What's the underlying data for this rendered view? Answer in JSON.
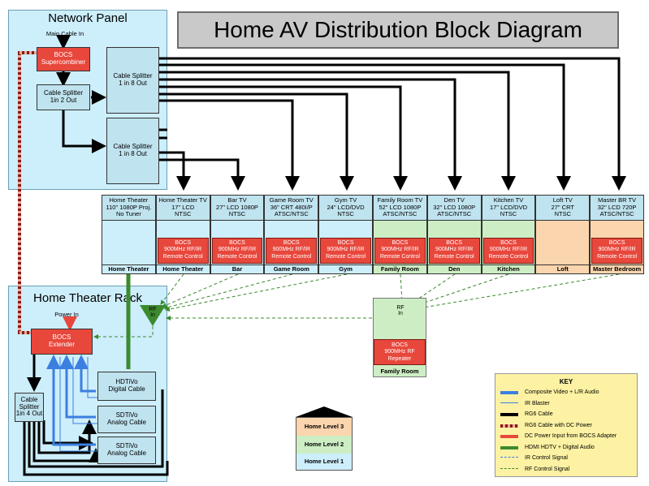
{
  "title": "Home AV Distribution Block Diagram",
  "network_panel": {
    "title": "Network Panel",
    "main_cable_in": "Main Cable In",
    "supercombiner": [
      "BOCS",
      "Supercombiner"
    ],
    "splitter_2": [
      "Cable Splitter",
      "1in 2 Out"
    ],
    "splitter_8a": [
      "Cable Splitter",
      "1 in 8 Out"
    ],
    "splitter_8b": [
      "Cable Splitter",
      "1 in 8 Out"
    ]
  },
  "rack": {
    "title": "Home Theater Rack",
    "power_in": "Power In",
    "extender": [
      "BOCS",
      "Extender"
    ],
    "splitter_4": [
      "Cable",
      "Splitter",
      "1in 4 Out"
    ],
    "hdtivo": [
      "HDTiVo",
      "Digital Cable"
    ],
    "sdtivo1": [
      "SDTiVo",
      "Analog Cable"
    ],
    "sdtivo2": [
      "SDTiVo",
      "Analog Cable"
    ],
    "rf_in": [
      "RF",
      "In"
    ]
  },
  "rooms": [
    {
      "head": [
        "Home Theater",
        "110\" 1080P Proj.",
        "No Tuner"
      ],
      "label": "Home Theater",
      "level": 1,
      "bocs": false
    },
    {
      "head": [
        "Home Theater TV",
        "17\" LCD",
        "NTSC"
      ],
      "label": "Home Theater",
      "level": 1,
      "bocs": true
    },
    {
      "head": [
        "Bar TV",
        "27\" LCD 1080P",
        "NTSC"
      ],
      "label": "Bar",
      "level": 1,
      "bocs": true
    },
    {
      "head": [
        "Game Room TV",
        "36\" CRT 480I/P",
        "ATSC/NTSC"
      ],
      "label": "Game Room",
      "level": 1,
      "bocs": true
    },
    {
      "head": [
        "Gym TV",
        "24\" LCD/DVD",
        "NTSC"
      ],
      "label": "Gym",
      "level": 1,
      "bocs": true
    },
    {
      "head": [
        "Family Room TV",
        "52\" LCD 1080P",
        "ATSC/NTSC"
      ],
      "label": "Family Room",
      "level": 2,
      "bocs": true
    },
    {
      "head": [
        "Den TV",
        "32\" LCD 1080P",
        "ATSC/NTSC"
      ],
      "label": "Den",
      "level": 2,
      "bocs": true
    },
    {
      "head": [
        "Kitchen TV",
        "17\" LCD/DVD",
        "NTSC"
      ],
      "label": "Kitchen",
      "level": 2,
      "bocs": true
    },
    {
      "head": [
        "Loft TV",
        "27\" CRT",
        "NTSC"
      ],
      "label": "Loft",
      "level": 3,
      "bocs": false
    },
    {
      "head": [
        "Master BR TV",
        "32\" LCD 720P",
        "ATSC/NTSC"
      ],
      "label": "Master Bedroom",
      "level": 3,
      "bocs": true
    }
  ],
  "bocs_remote": [
    "BOCS",
    "900MHz RF/IR",
    "Remote Control"
  ],
  "repeater": {
    "rf_in": [
      "RF",
      "In"
    ],
    "box": [
      "BOCS",
      "900MHz RF",
      "Repeater"
    ],
    "label": "Family Room"
  },
  "levels": [
    "Home Level 3",
    "Home Level 2",
    "Home Level 1"
  ],
  "key": {
    "title": "KEY",
    "items": [
      {
        "label": "Composite Video + L/R Audio",
        "color": "#3b7fe0",
        "style": "arrow"
      },
      {
        "label": "IR Blaster",
        "color": "#3b7fe0",
        "style": "thin"
      },
      {
        "label": "RG6 Cable",
        "color": "#000000",
        "style": "thick"
      },
      {
        "label": "RG6 Cable with DC Power",
        "color": "#8b1a12",
        "style": "striped"
      },
      {
        "label": "DC Power Input from BOCS Adapter",
        "color": "#e8473c",
        "style": "arrow"
      },
      {
        "label": "HDMI HDTV + Digital Audio",
        "color": "#3c8a2e",
        "style": "thick"
      },
      {
        "label": "IR Control Signal",
        "color": "#3b7fe0",
        "style": "dashed"
      },
      {
        "label": "RF Control Signal",
        "color": "#3c8a2e",
        "style": "dashed"
      }
    ]
  }
}
